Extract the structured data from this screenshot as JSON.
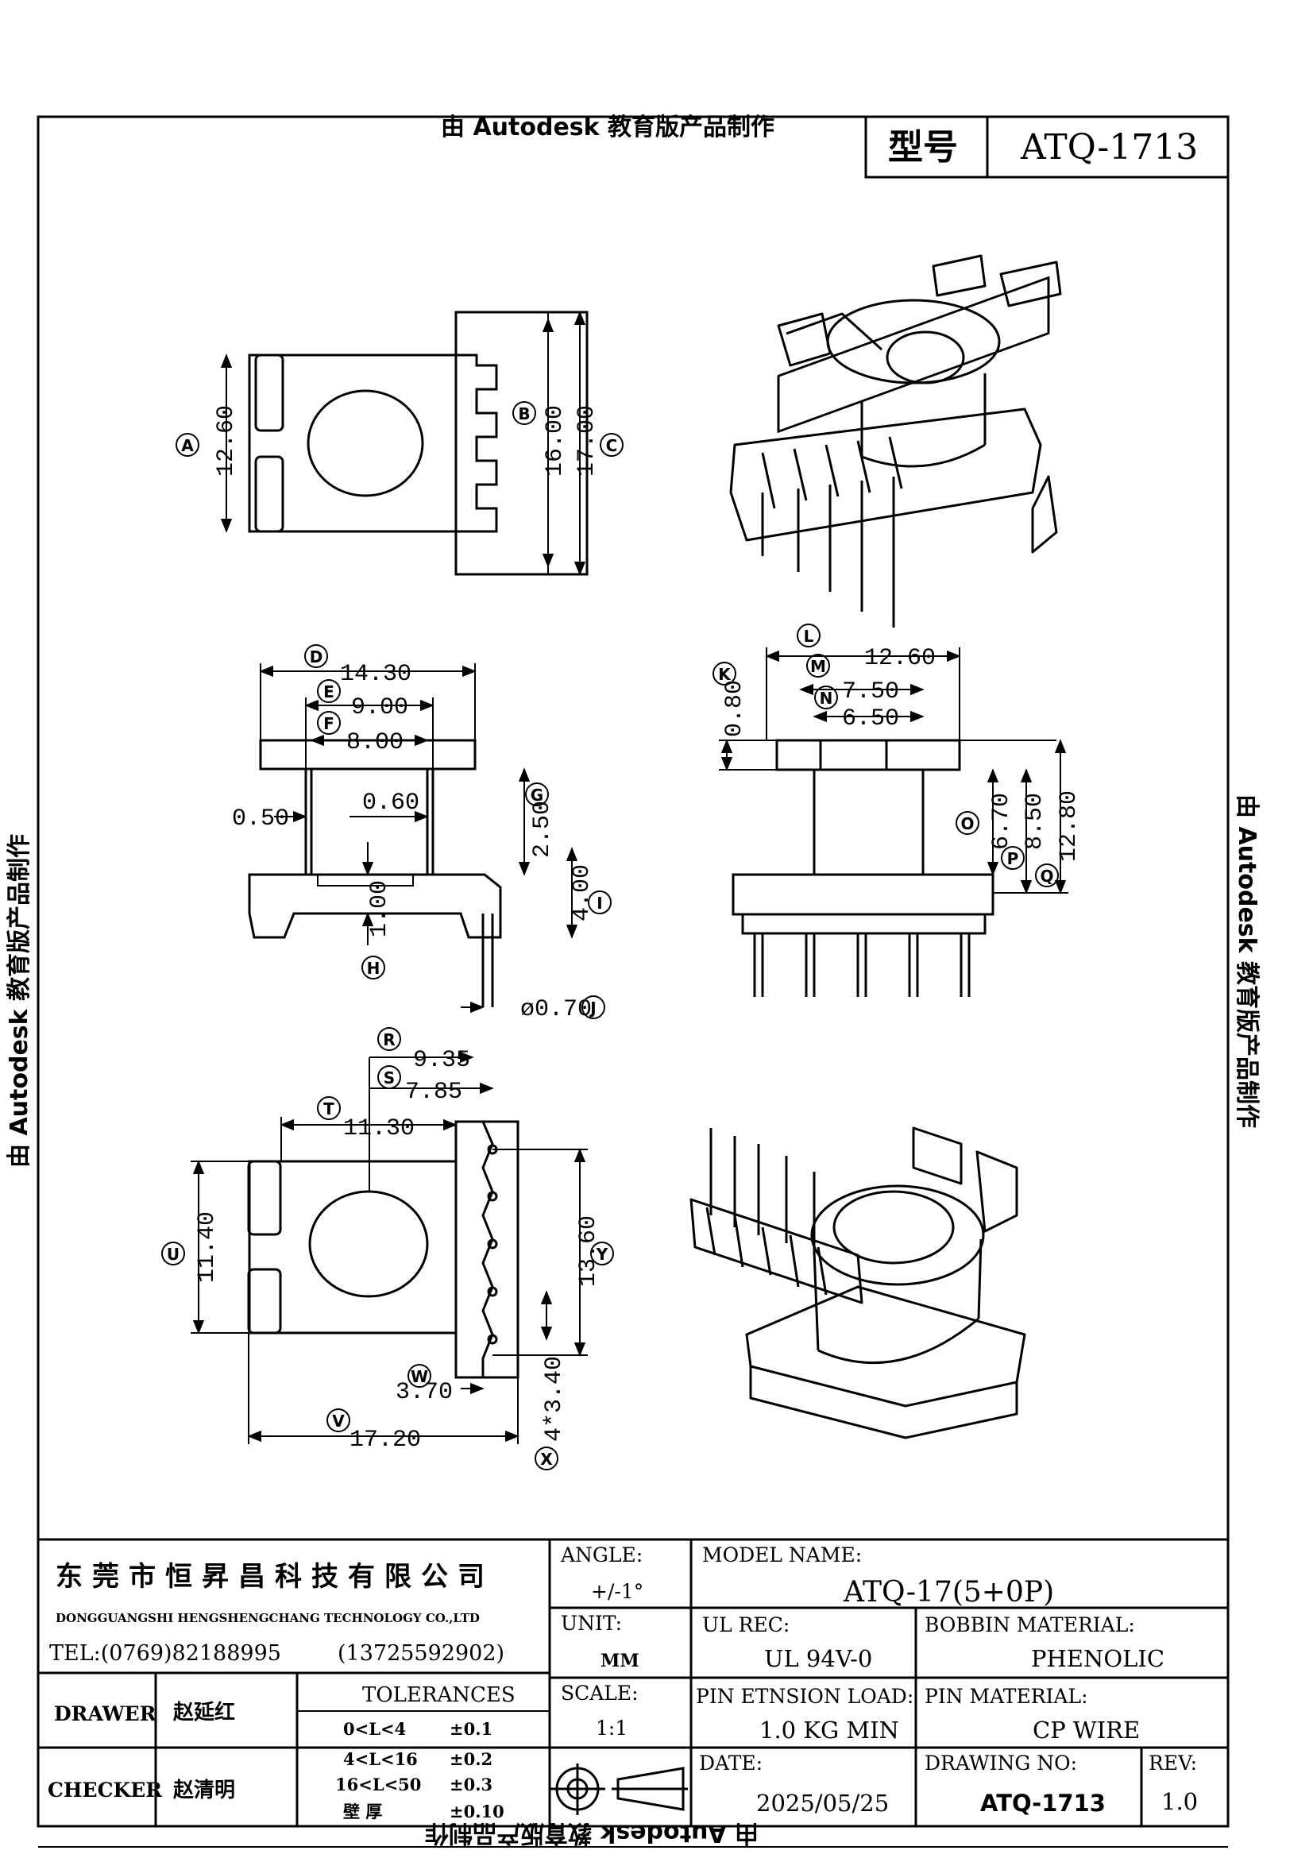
{
  "watermark": "由 Autodesk 教育版产品制作",
  "model_header": {
    "label": "型号",
    "value": "ATQ-1713"
  },
  "plan_view": {
    "dims": {
      "A": "12.60",
      "B": "16.00",
      "C": "17.00"
    },
    "letters": [
      "A",
      "B",
      "C"
    ]
  },
  "front_view": {
    "dims": {
      "D": "14.30",
      "E": "9.00",
      "F": "8.00",
      "G": "2.50",
      "H": "1.00",
      "I": "4.00",
      "J": "ø0.70",
      "left_gap": "0.50",
      "mid_gap": "0.60"
    },
    "letters": [
      "D",
      "E",
      "F",
      "G",
      "H",
      "I",
      "J"
    ]
  },
  "side_view": {
    "dims": {
      "K": "0.80",
      "L": "12.60",
      "M": "7.50",
      "N": "6.50",
      "O": "6.70",
      "P": "8.50",
      "Q": "12.80"
    },
    "letters": [
      "K",
      "L",
      "M",
      "N",
      "O",
      "P",
      "Q"
    ]
  },
  "bottom_view": {
    "dims": {
      "R": "9.35",
      "S": "7.85",
      "T": "11.30",
      "U": "11.40",
      "V": "17.20",
      "W": "3.70",
      "X": "4*3.40",
      "Y": "13.60"
    },
    "letters": [
      "R",
      "S",
      "T",
      "U",
      "V",
      "W",
      "X",
      "Y"
    ]
  },
  "title_block": {
    "company_cn": "东莞市恒昇昌科技有限公司",
    "company_en": "DONGGUANGSHI HENGSHENGCHANG TECHNOLOGY CO.,LTD",
    "tel": "TEL:(0769)82188995",
    "mobile": "(13725592902)",
    "drawer_label": "DRAWER",
    "drawer_name": "赵延红",
    "checker_label": "CHECKER",
    "checker_name": "赵清明",
    "tolerances_label": "TOLERANCES",
    "tolerances": [
      {
        "range": "0<L<4",
        "tol": "±0.1"
      },
      {
        "range": "4<L<16",
        "tol": "±0.2"
      },
      {
        "range": "16<L<50",
        "tol": "±0.3"
      },
      {
        "range": "壁 厚",
        "tol": "±0.10"
      }
    ],
    "angle_label": "ANGLE:",
    "angle_value": "+/-1°",
    "unit_label": "UNIT:",
    "unit_value": "MM",
    "scale_label": "SCALE:",
    "scale_value": "1:1",
    "model_name_label": "MODEL NAME:",
    "model_name_value": "ATQ-17(5+0P)",
    "ul_label": "UL REC:",
    "ul_value": "UL 94V-0",
    "bobbin_label": "BOBBIN MATERIAL:",
    "bobbin_value": "PHENOLIC",
    "pin_load_label": "PIN ETNSION LOAD:",
    "pin_load_value": "1.0 KG MIN",
    "pin_material_label": "PIN MATERIAL:",
    "pin_material_value": "CP WIRE",
    "date_label": "DATE:",
    "date_value": "2025/05/25",
    "drawing_no_label": "DRAWING NO:",
    "drawing_no_value": "ATQ-1713",
    "rev_label": "REV:",
    "rev_value": "1.0"
  }
}
